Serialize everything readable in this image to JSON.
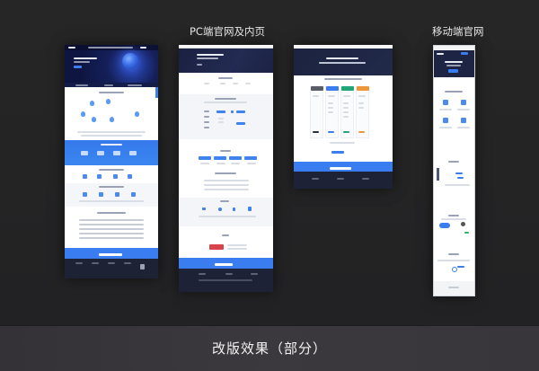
{
  "slide": {
    "headings": {
      "pc": "PC端官网及内页",
      "mobile": "移动端官网"
    },
    "caption": "改版效果（部分）",
    "colors": {
      "background": "#242424",
      "caption_bar": "#38363a",
      "accent_blue": "#3a7df0",
      "hero_navy": "#15205a",
      "footer_dark": "#1d2234",
      "price_gray": "#5a5d66",
      "price_blue": "#3a7df0",
      "price_green": "#21a67a",
      "price_orange": "#f0963a"
    }
  },
  "mockups": [
    {
      "id": "pc-home",
      "label": "PC home page mockup"
    },
    {
      "id": "pc-inner-product",
      "label": "PC inner page mockup"
    },
    {
      "id": "pc-inner-pricing",
      "label": "PC pricing page mockup"
    },
    {
      "id": "mobile-home",
      "label": "Mobile site mockup"
    }
  ]
}
